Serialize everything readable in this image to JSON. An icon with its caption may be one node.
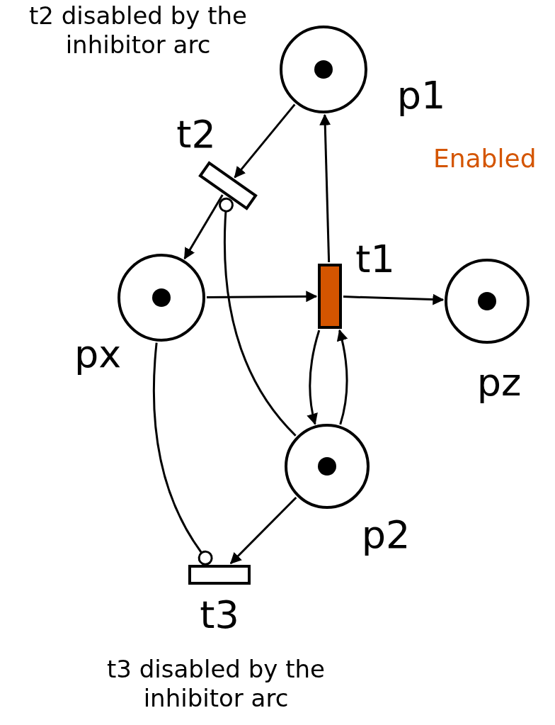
{
  "diagram": {
    "nodes": [
      {
        "text": [],
        "shape": "circle",
        "beside": [
          "p1"
        ]
      },
      {
        "text": [],
        "shape": "bar",
        "beside": [
          "t2"
        ]
      },
      {
        "text": [],
        "shape": "circle",
        "beside": [
          "px"
        ]
      },
      {
        "text": [],
        "shape": "bar",
        "beside": [
          "t1"
        ]
      },
      {
        "text": [],
        "shape": "circle",
        "beside": [
          "pz"
        ]
      },
      {
        "text": [],
        "shape": "circle",
        "beside": [
          "p2"
        ]
      },
      {
        "text": [],
        "shape": "bar",
        "beside": [
          "t3"
        ]
      }
    ],
    "edges": [
      {
        "from": 0,
        "to": 1,
        "arrow": "to"
      },
      {
        "from": 1,
        "to": 2,
        "arrow": "to"
      },
      {
        "from": 2,
        "to": 3,
        "arrow": "to"
      },
      {
        "from": 3,
        "to": 0,
        "arrow": "to"
      },
      {
        "from": 3,
        "to": 4,
        "arrow": "to"
      },
      {
        "from": 3,
        "to": 5,
        "arrow": "to"
      },
      {
        "from": 5,
        "to": 3,
        "arrow": "to"
      },
      {
        "from": 5,
        "to": 1,
        "arrow": "other"
      },
      {
        "from": 2,
        "to": 6,
        "arrow": "other"
      },
      {
        "from": 5,
        "to": 6,
        "arrow": "to"
      }
    ],
    "labels": [
      "t2 disabled by the inhibitor arc",
      "Enabled",
      "t3 disabled by the inhibitor arc"
    ]
  }
}
